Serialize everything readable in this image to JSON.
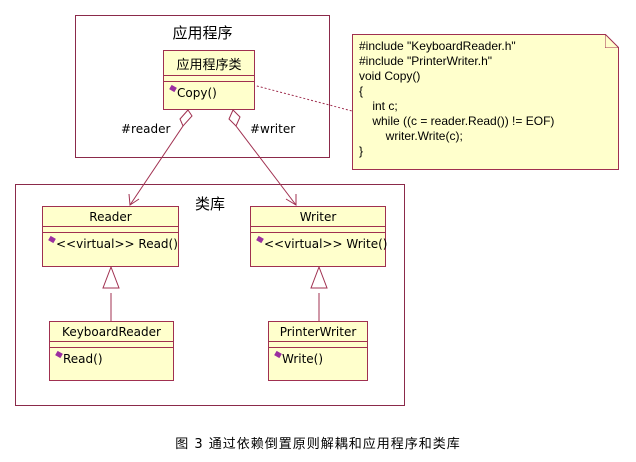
{
  "packages": {
    "app": {
      "title": "应用程序"
    },
    "lib": {
      "title": "类库"
    }
  },
  "classes": {
    "app_class": {
      "name": "应用程序类",
      "operation": "Copy()"
    },
    "reader": {
      "name": "Reader",
      "operation": "<<virtual>> Read()"
    },
    "writer": {
      "name": "Writer",
      "operation": "<<virtual>> Write()"
    },
    "keyboard_reader": {
      "name": "KeyboardReader",
      "operation": "Read()"
    },
    "printer_writer": {
      "name": "PrinterWriter",
      "operation": "Write()"
    }
  },
  "roles": {
    "reader": "#reader",
    "writer": "#writer"
  },
  "note": {
    "lines": [
      "#include \"KeyboardReader.h\"",
      "#include \"PrinterWriter.h\"",
      "void Copy()",
      "{",
      "    int c;",
      "    while ((c = reader.Read()) != EOF)",
      "        writer.Write(c);",
      "}"
    ]
  },
  "caption": "图  3  通过依赖倒置原则解耦和应用程序和类库",
  "colors": {
    "border": "#a03050",
    "fill": "#ffffcc",
    "operation_icon": "#9b2fa0"
  }
}
